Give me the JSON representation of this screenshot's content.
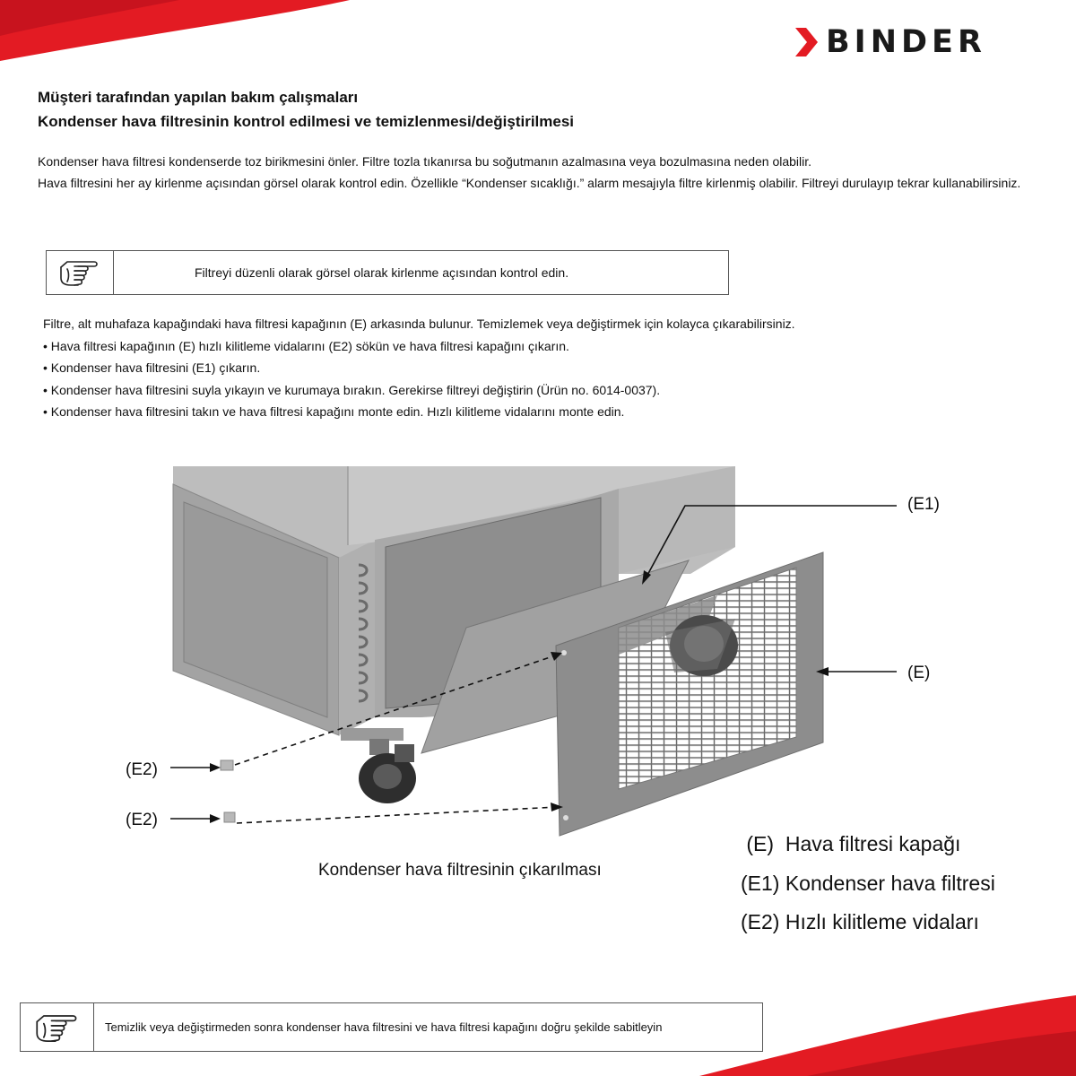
{
  "brand": {
    "name": "BINDER"
  },
  "header": {
    "title": "Müşteri tarafından yapılan bakım çalışmaları",
    "subtitle": "Kondenser hava filtresinin kontrol edilmesi ve temizlenmesi/değiştirilmesi"
  },
  "intro": {
    "line1": "Kondenser hava filtresi kondenserde toz birikmesini önler. Filtre tozla tıkanırsa bu soğutmanın azalmasına veya bozulmasına neden olabilir.",
    "line2": "Hava filtresini her ay kirlenme açısından görsel olarak kontrol edin. Özellikle “Kondenser sıcaklığı.” alarm mesajıyla filtre kirlenmiş olabilir. Filtreyi durulayıp tekrar kullanabilirsiniz."
  },
  "note1": {
    "icon": "pointing-hand-icon",
    "text": "Filtreyi düzenli olarak görsel olarak kirlenme açısından kontrol edin."
  },
  "procedure": {
    "lead": "Filtre, alt muhafaza kapağındaki hava filtresi kapağının (E) arkasında bulunur. Temizlemek veya değiştirmek için kolayca çıkarabilirsiniz.",
    "steps": [
      "• Hava filtresi kapağının (E) hızlı kilitleme vidalarını (E2) sökün ve hava filtresi kapağını çıkarın.",
      "• Kondenser hava filtresini (E1) çıkarın.",
      "• Kondenser hava filtresini suyla yıkayın ve kurumaya bırakın. Gerekirse filtreyi değiştirin (Ürün no. 6014-0037).",
      "• Kondenser hava filtresini takın ve hava filtresi kapağını monte edin. Hızlı kilitleme vidalarını monte edin."
    ]
  },
  "figure": {
    "callouts": {
      "e1": "(E1)",
      "e": "(E)",
      "e2_top": "(E2)",
      "e2_bottom": "(E2)"
    },
    "caption": "Kondenser hava filtresinin çıkarılması",
    "legend": [
      " (E)  Hava filtresi kapağı",
      "(E1) Kondenser hava filtresi",
      "(E2) Hızlı kilitleme vidaları"
    ]
  },
  "note2": {
    "icon": "pointing-hand-icon",
    "text": "Temizlik veya değiştirmeden sonra kondenser hava filtresini ve hava filtresi kapağını doğru şekilde sabitleyin"
  },
  "colors": {
    "accent_red": "#d8182a",
    "panel_gray": "#8c8c8c",
    "light_gray": "#b5b5b5"
  }
}
